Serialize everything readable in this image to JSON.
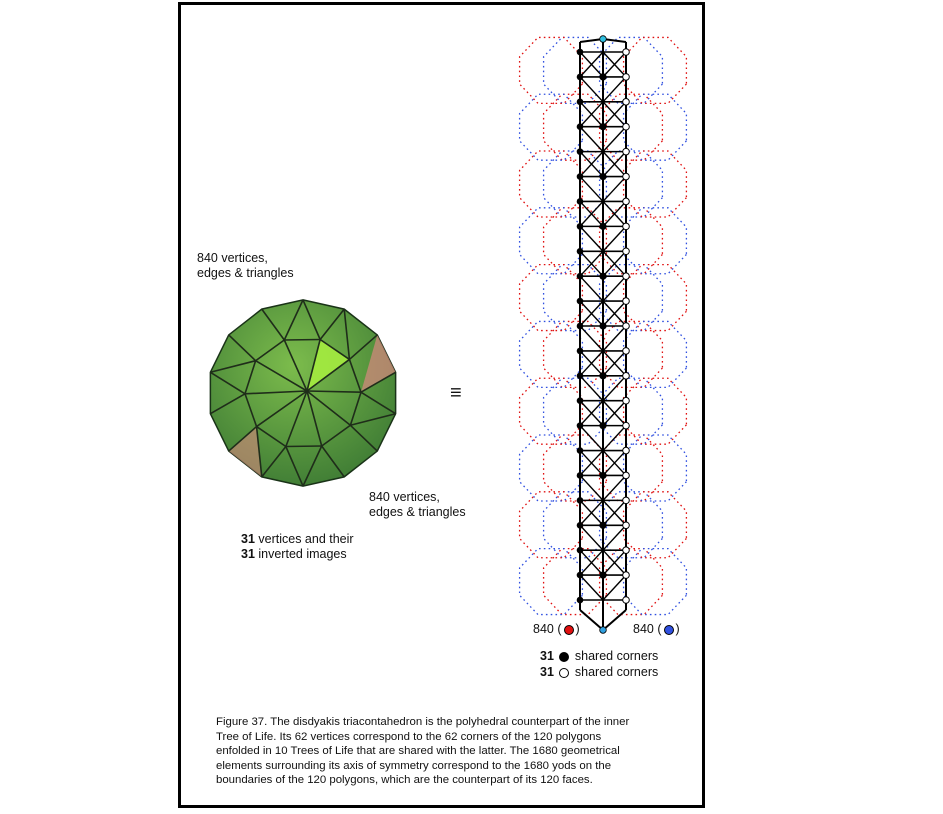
{
  "labels": {
    "top_left_line1": "840 vertices,",
    "top_left_line2": "edges & triangles",
    "bottom_right_line1": "840 vertices,",
    "bottom_right_line2": "edges & triangles",
    "vert_count_1": "31",
    "vert_text_1": " vertices and their",
    "vert_count_2": "31",
    "vert_text_2": " inverted images",
    "equiv_symbol": "≡",
    "red_count": "840",
    "blue_count": "840",
    "shared_black_count": "31",
    "shared_black_text": "shared corners",
    "shared_white_count": "31",
    "shared_white_text": "shared corners"
  },
  "caption": {
    "line1": "Figure 37. The disdyakis triacontahedron is the polyhedral counterpart of the inner",
    "line2": "Tree of Life. Its 62 vertices correspond to the 62 corners of the 120 polygons",
    "line3": "enfolded in 10 Trees of Life that are shared with the latter. The 1680 geometrical",
    "line4": "elements surrounding its axis of symmetry correspond to the 1680 yods on the",
    "line5": "boundaries of the 120 polygons, which are the counterpart of its 120 faces."
  },
  "colors": {
    "red_yod": "#e01010",
    "blue_yod": "#3050e0",
    "poly_green": "#5a9a3a",
    "poly_highlight": "#a8f040",
    "poly_pink": "#d88880"
  },
  "trees_of_life_count": 10
}
